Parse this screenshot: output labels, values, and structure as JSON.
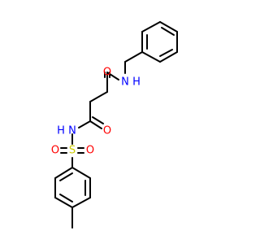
{
  "molecule": {
    "colors": {
      "bond": "#000000",
      "O": "#ff0000",
      "N": "#0000ff",
      "S": "#cccc00"
    },
    "atoms": [
      {
        "id": "benzyl-c1",
        "element": "C"
      },
      {
        "id": "benzyl-c2",
        "element": "C"
      },
      {
        "id": "benzyl-c3",
        "element": "C"
      },
      {
        "id": "benzyl-c4",
        "element": "C"
      },
      {
        "id": "benzyl-c5",
        "element": "C"
      },
      {
        "id": "benzyl-c6",
        "element": "C"
      },
      {
        "id": "ch2",
        "element": "C"
      },
      {
        "id": "n-amide-top",
        "element": "N",
        "label": "N",
        "hydrogen": "H"
      },
      {
        "id": "c-carbonyl-top",
        "element": "C"
      },
      {
        "id": "o-top",
        "element": "O",
        "label": "O"
      },
      {
        "id": "c-chain-1",
        "element": "C"
      },
      {
        "id": "c-chain-2",
        "element": "C"
      },
      {
        "id": "c-carbonyl-bottom",
        "element": "C"
      },
      {
        "id": "o-bottom",
        "element": "O",
        "label": "O"
      },
      {
        "id": "n-sulfonamide",
        "element": "N",
        "label": "N",
        "hydrogen": "H"
      },
      {
        "id": "s",
        "element": "S",
        "label": "S"
      },
      {
        "id": "o-s-left",
        "element": "O",
        "label": "O"
      },
      {
        "id": "o-s-right",
        "element": "O",
        "label": "O"
      },
      {
        "id": "tolyl-c1",
        "element": "C"
      },
      {
        "id": "tolyl-c2",
        "element": "C"
      },
      {
        "id": "tolyl-c3",
        "element": "C"
      },
      {
        "id": "tolyl-c4",
        "element": "C"
      },
      {
        "id": "tolyl-c5",
        "element": "C"
      },
      {
        "id": "tolyl-c6",
        "element": "C"
      },
      {
        "id": "methyl",
        "element": "C"
      }
    ]
  }
}
